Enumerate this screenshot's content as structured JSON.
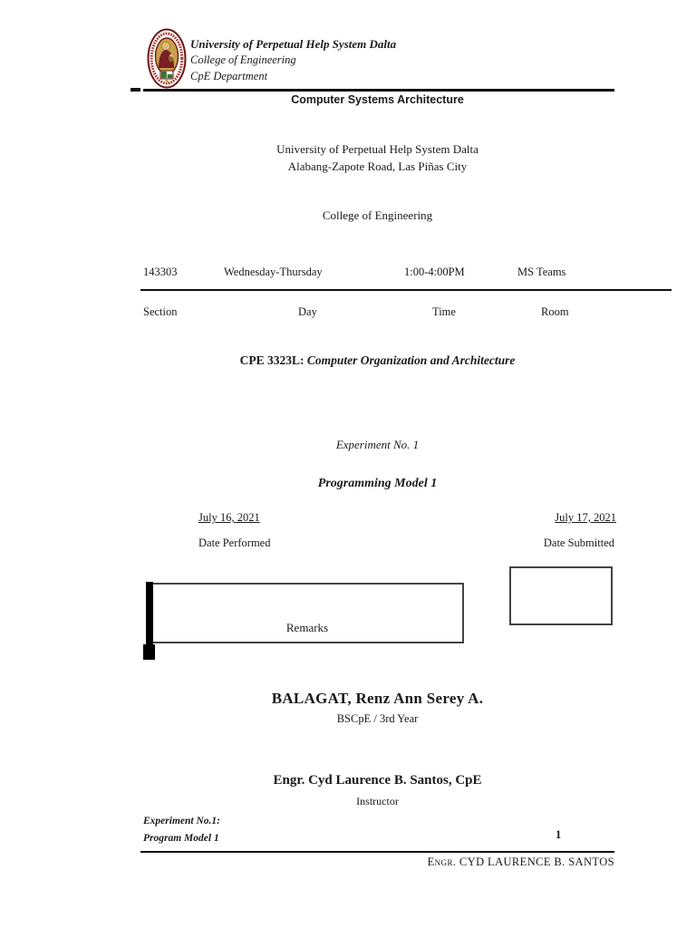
{
  "header": {
    "university": "University of Perpetual Help System Dalta",
    "college": "College of Engineering",
    "department": "CpE Department",
    "banner": "Computer Systems Architecture"
  },
  "title_block": {
    "university": "University of Perpetual Help System Dalta",
    "address": "Alabang-Zapote Road, Las Piñas City",
    "college": "College of Engineering"
  },
  "schedule": {
    "row": {
      "section": "143303",
      "day": "Wednesday-Thursday",
      "time": "1:00-4:00PM",
      "room": "MS Teams"
    },
    "headers": {
      "section": "Section",
      "day": "Day",
      "time": "Time",
      "room": "Room"
    }
  },
  "course": {
    "code": "CPE 3323L: ",
    "name": "Computer Organization and Architecture"
  },
  "experiment": {
    "number": "Experiment No. 1",
    "title": "Programming Model 1"
  },
  "dates": {
    "performed_value": "July 16, 2021",
    "performed_label": "Date Performed",
    "submitted_value": "July 17, 2021",
    "submitted_label": "Date Submitted"
  },
  "remarks": {
    "label": "Remarks"
  },
  "student": {
    "name": "BALAGAT, Renz Ann Serey A.",
    "program": "BSCpE / 3rd Year"
  },
  "instructor": {
    "name": "Engr. Cyd Laurence B. Santos, CpE",
    "title": "Instructor"
  },
  "footer": {
    "experiment_line1": "Experiment No.1:",
    "experiment_line2": "Program Model 1",
    "page_number": "1",
    "signature": "Engr. CYD LAURENCE B. SANTOS"
  },
  "colors": {
    "seal_maroon": "#6b1a1a",
    "seal_gold": "#c99f4e",
    "seal_green": "#2f7a33",
    "text": "#1a1a1a"
  }
}
